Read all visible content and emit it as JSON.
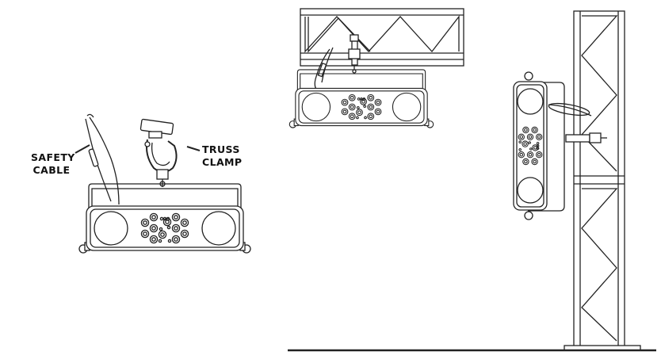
{
  "labels": {
    "safety_cable": [
      "SAFETY",
      "CABLE"
    ],
    "truss_clamp": [
      "TRUSS",
      "CLAMP"
    ]
  },
  "colors": {
    "line": "#222222",
    "background": "#ffffff"
  },
  "icons": {
    "fixture": "led-bar-fixture-icon",
    "clamp": "truss-clamp-icon",
    "cable": "safety-cable-icon",
    "truss": "truss-segment-icon"
  }
}
